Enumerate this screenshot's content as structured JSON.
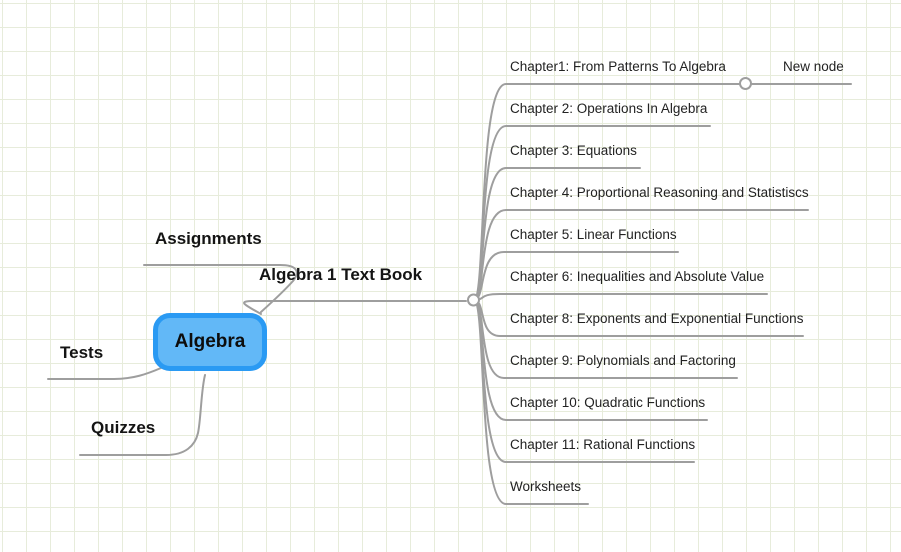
{
  "app": {
    "view": "mindmap-canvas"
  },
  "colors": {
    "node_border": "#2a9af3",
    "node_fill": "#62b8f7",
    "branch_line": "#9e9e9e",
    "grid_line": "#e7ecdb",
    "text": "#222222"
  },
  "root_node": {
    "label": "Algebra",
    "selected": true
  },
  "branches": {
    "assignments": {
      "label": "Assignments"
    },
    "tests": {
      "label": "Tests"
    },
    "quizzes": {
      "label": "Quizzes"
    },
    "textbook": {
      "label": "Algebra 1 Text Book",
      "children": [
        {
          "label": "Chapter1: From Patterns To Algebra"
        },
        {
          "label": "Chapter 2: Operations In Algebra"
        },
        {
          "label": "Chapter 3: Equations"
        },
        {
          "label": "Chapter 4: Proportional Reasoning and Statistiscs"
        },
        {
          "label": "Chapter 5: Linear Functions"
        },
        {
          "label": "Chapter 6: Inequalities and Absolute Value"
        },
        {
          "label": "Chapter 8: Exponents and Exponential Functions"
        },
        {
          "label": "Chapter 9: Polynomials and Factoring"
        },
        {
          "label": "Chapter 10: Quadratic Functions"
        },
        {
          "label": "Chapter 11: Rational Functions"
        },
        {
          "label": "Worksheets"
        }
      ],
      "new_node": {
        "label": "New node"
      }
    }
  }
}
